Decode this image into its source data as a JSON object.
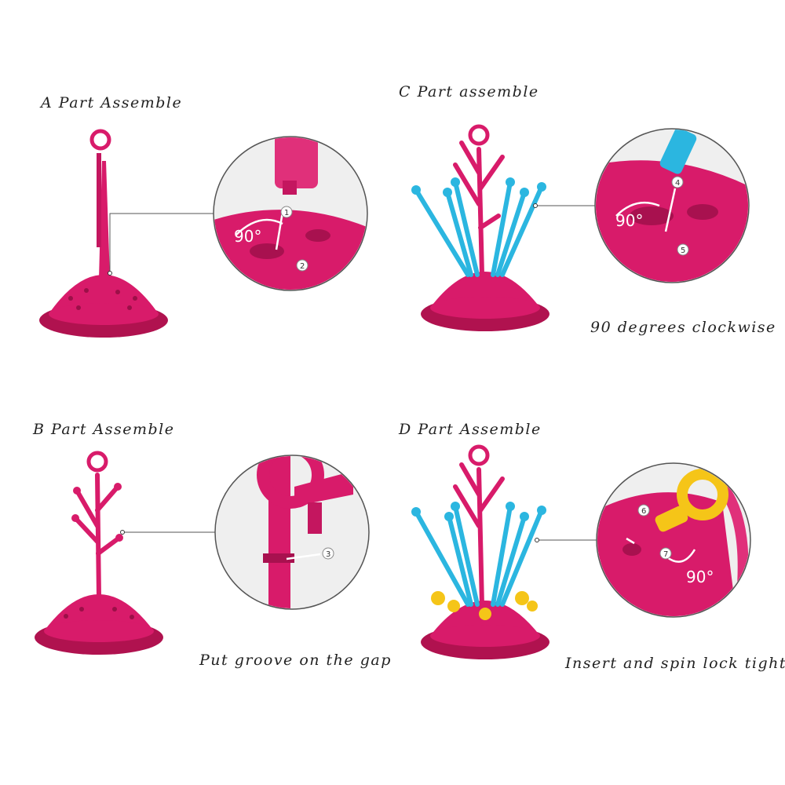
{
  "colors": {
    "magenta": "#d81b6a",
    "magenta_dark": "#a8114f",
    "cyan": "#2bb6e0",
    "yellow": "#f5c518",
    "grey": "#e6e6e6"
  },
  "panels": {
    "a": {
      "title": "A Part Assemble",
      "steps": [
        "1",
        "2"
      ],
      "angle": "90°"
    },
    "b": {
      "title": "B Part Assemble",
      "steps": [
        "3"
      ],
      "caption": "Put groove on the gap"
    },
    "c": {
      "title": "C Part assemble",
      "steps": [
        "4",
        "5"
      ],
      "angle": "90°",
      "caption": "90 degrees clockwise"
    },
    "d": {
      "title": "D Part Assemble",
      "steps": [
        "6",
        "7"
      ],
      "angle": "90°",
      "caption": "Insert and spin lock tight"
    }
  }
}
